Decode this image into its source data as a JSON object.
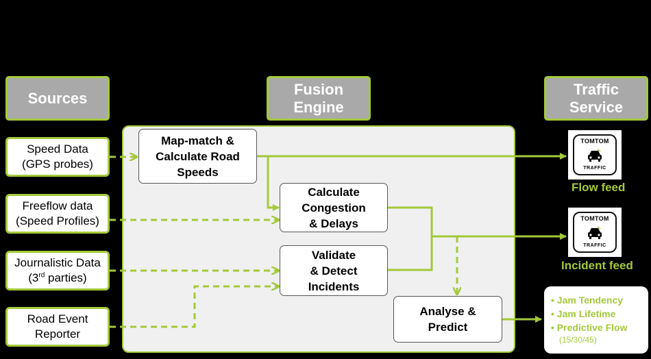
{
  "headers": {
    "sources": "Sources",
    "engine_line1": "Fusion",
    "engine_line2": "Engine",
    "service_line1": "Traffic",
    "service_line2": "Service"
  },
  "sources": [
    {
      "line1": "Speed Data",
      "line2": "(GPS probes)"
    },
    {
      "line1": "Freeflow data",
      "line2": "(Speed Profiles)"
    },
    {
      "line1": "Journalistic Data",
      "line2_pre": "(3",
      "line2_sup": "rd",
      "line2_post": " parties)"
    },
    {
      "line1": "Road Event",
      "line2": "Reporter"
    }
  ],
  "processes": {
    "mapmatch": [
      "Map-match &",
      "Calculate Road",
      "Speeds"
    ],
    "congestion": [
      "Calculate",
      "Congestion",
      "& Delays"
    ],
    "validate": [
      "Validate",
      "& Detect",
      "Incidents"
    ],
    "analyse": [
      "Analyse &",
      "Predict"
    ]
  },
  "logo": {
    "brand": "TOMTOM",
    "sub": "TRAFFIC",
    "icon": "car-icon"
  },
  "feeds": {
    "flow": "Flow feed",
    "incident": "Incident feed"
  },
  "predictions": {
    "items": [
      "Jam Tendency",
      "Jam Lifetime",
      "Predictive Flow"
    ],
    "note": "(15/30/45)"
  },
  "colors": {
    "accent": "#a4c93a",
    "header_fill": "#a9a9a9",
    "engine_fill": "#f0f0f0"
  }
}
